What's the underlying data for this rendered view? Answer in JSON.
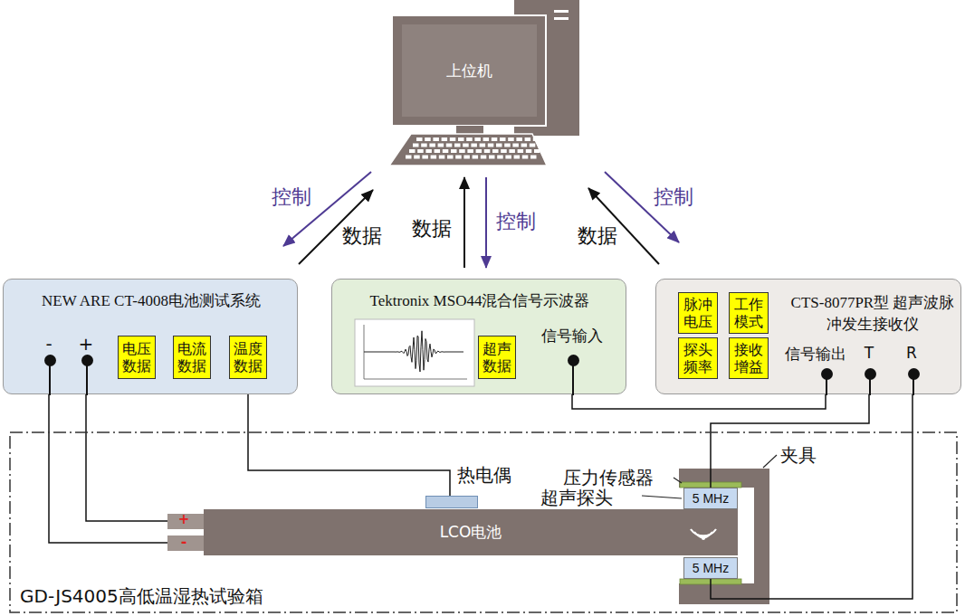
{
  "diagram": {
    "nodes": [
      {
        "text": [
          "上位机"
        ]
      },
      {
        "text": [
          "NEW ARE CT-4008电池测试系统"
        ]
      },
      {
        "text": [
          "电压数据"
        ],
        "in": 1
      },
      {
        "text": [
          "电流数据"
        ],
        "in": 1
      },
      {
        "text": [
          "温度数据"
        ],
        "in": 1
      },
      {
        "text": [
          "Tektronix MSO44混合信号示波器"
        ]
      },
      {
        "text": [
          "超声数据"
        ],
        "in": 5
      },
      {
        "text": [
          "CTS-8077PR型 超声波脉冲发生接收仪"
        ]
      },
      {
        "text": [
          "脉冲电压"
        ],
        "in": 7
      },
      {
        "text": [
          "工作模式"
        ],
        "in": 7
      },
      {
        "text": [
          "探头频率"
        ],
        "in": 7
      },
      {
        "text": [
          "接收增益"
        ],
        "in": 7
      },
      {
        "text": [
          "GD-JS4005高低温湿热试验箱"
        ]
      },
      {
        "text": [
          "LCO电池"
        ],
        "in": 12
      },
      {
        "text": [
          "热电偶"
        ],
        "in": 12
      },
      {
        "text": [
          "5 MHz"
        ],
        "in": 12
      },
      {
        "text": [
          "5 MHz"
        ],
        "in": 12
      }
    ],
    "edges": [
      {
        "from": 0,
        "to": 1,
        "label": "控制",
        "arrow": "to"
      },
      {
        "from": 1,
        "to": 0,
        "label": "数据",
        "arrow": "to"
      },
      {
        "from": 5,
        "to": 0,
        "label": "数据",
        "arrow": "to"
      },
      {
        "from": 0,
        "to": 5,
        "label": "控制",
        "arrow": "to"
      },
      {
        "from": 0,
        "to": 7,
        "label": "控制",
        "arrow": "to"
      },
      {
        "from": 7,
        "to": 0,
        "label": "数据",
        "arrow": "to"
      },
      {
        "from": 13,
        "to": 1,
        "arrow": "none"
      },
      {
        "from": 13,
        "to": 1,
        "arrow": "none"
      },
      {
        "from": 14,
        "to": 4,
        "arrow": "none"
      },
      {
        "from": 7,
        "to": 5,
        "arrow": "none"
      },
      {
        "from": 7,
        "to": 15,
        "arrow": "none"
      },
      {
        "from": 7,
        "to": 16,
        "arrow": "none"
      }
    ],
    "labels": [
      "-",
      "+",
      "信号输入",
      "信号输出",
      "T",
      "R",
      "+",
      "-",
      "压力传感器",
      "超声探头",
      "夹具"
    ]
  }
}
